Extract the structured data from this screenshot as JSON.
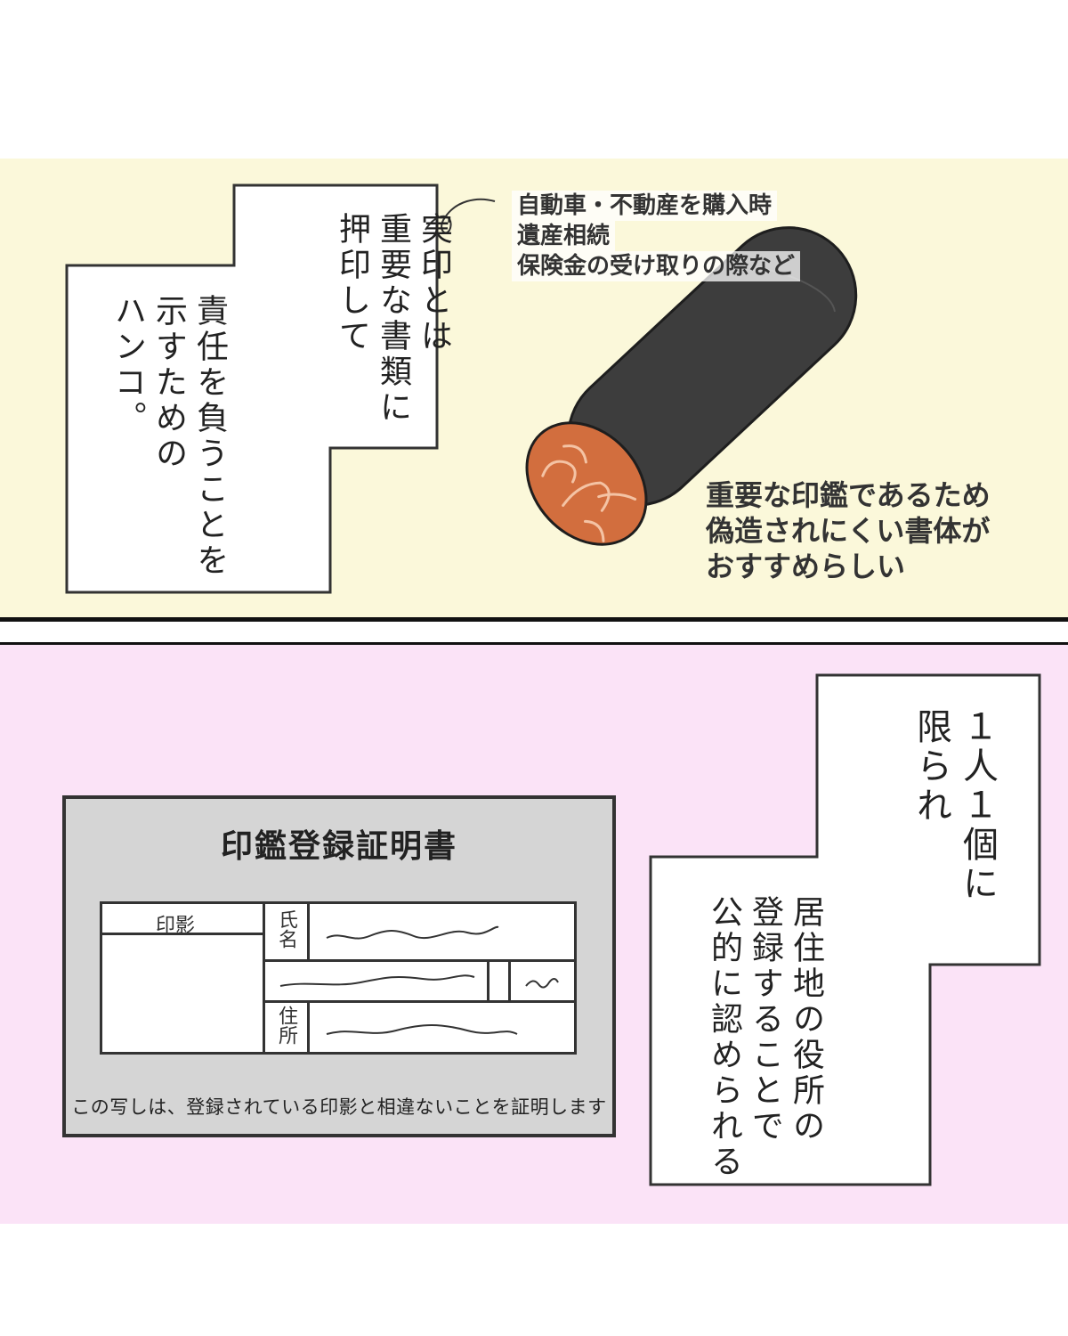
{
  "panel_top": {
    "caption_right": "実印とは\n重要な書類に\n押印して",
    "caption_left": "責任を負うことを\n示すための\nハンコ。",
    "note_lines": [
      "自動車・不動産を購入時",
      "遺産相続",
      "保険金の受け取りの際など"
    ],
    "note2_lines": [
      "重要な印鑑であるため",
      "偽造されにくい書体が",
      "おすすめらしい"
    ]
  },
  "panel_bottom": {
    "caption_right": "１人１個に\n限られ",
    "caption_left": "居住地の役所の\n登録することで\n公的に認められる",
    "certificate": {
      "title": "印鑑登録証明書",
      "seal_label": "印影",
      "name_label": "氏名",
      "address_label": "住所",
      "footer": "この写しは、登録されている印影と相違ないことを証明します"
    }
  },
  "colors": {
    "top_bg": "#fbf8da",
    "bottom_bg": "#fbe3f7",
    "seal_face": "#d26e3e",
    "stamp_body": "#3d3d3d"
  }
}
